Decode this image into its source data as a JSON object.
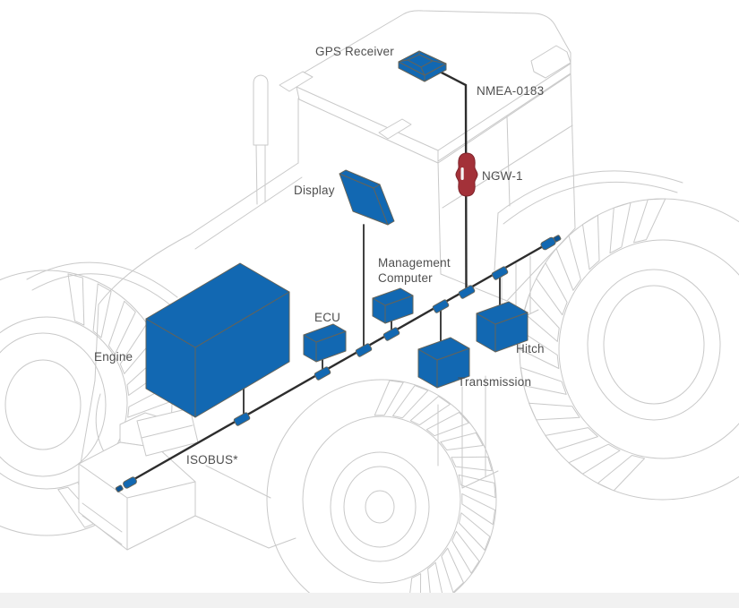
{
  "figure": {
    "description": "Isometric line drawing of a tractor overlaid with a blue ISOBUS network diagram",
    "network": "ISOBUS",
    "gateway_protocol": "NMEA-0183"
  },
  "labels": {
    "gps_receiver": "GPS Receiver",
    "nmea_0183": "NMEA-0183",
    "ngw_1": "NGW-1",
    "display": "Display",
    "management_computer": "Management Computer",
    "ecu": "ECU",
    "engine": "Engine",
    "transmission": "Transmission",
    "hitch": "Hitch",
    "isobus": "ISOBUS*"
  },
  "components": [
    {
      "label": "GPS Receiver",
      "kind": "antenna"
    },
    {
      "label": "NGW-1",
      "kind": "gateway"
    },
    {
      "label": "Display",
      "kind": "screen"
    },
    {
      "label": "Management Computer",
      "kind": "node"
    },
    {
      "label": "ECU",
      "kind": "node"
    },
    {
      "label": "Engine",
      "kind": "node"
    },
    {
      "label": "Transmission",
      "kind": "node"
    },
    {
      "label": "Hitch",
      "kind": "node"
    },
    {
      "label": "ISOBUS*",
      "kind": "bus"
    },
    {
      "label": "NMEA-0183",
      "kind": "cable"
    }
  ],
  "colors": {
    "component_blue": "#1268b2",
    "gateway_red": "#a33139",
    "cable_dark": "#2d2d2d",
    "sketch_gray": "#c9c9c9",
    "label_gray": "#4f4f4f",
    "footer_strip": "#f1f1f1"
  }
}
